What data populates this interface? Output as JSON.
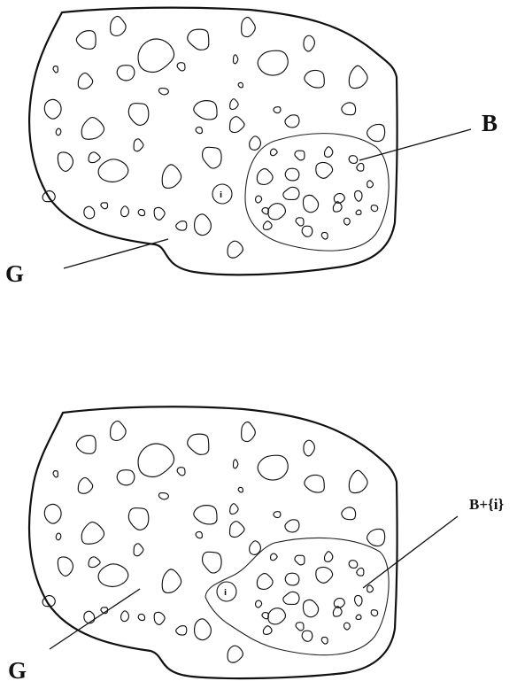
{
  "figure_top": {
    "region_label": "B",
    "outer_label": "G",
    "vertex_label": "i"
  },
  "figure_bottom": {
    "region_label": "B+{i}",
    "outer_label": "G",
    "vertex_label": "i"
  },
  "colors": {
    "stroke": "#111111",
    "background": "#ffffff"
  }
}
